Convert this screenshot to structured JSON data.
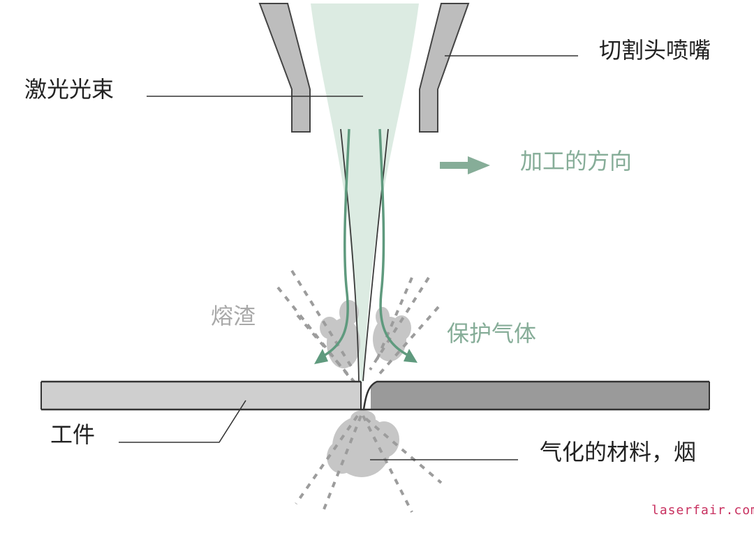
{
  "labels": {
    "nozzle": "切割头喷嘴",
    "laser_beam": "激光光束",
    "direction": "加工的方向",
    "slag": "熔渣",
    "shield_gas": "保护气体",
    "workpiece": "工件",
    "vapor_smoke": "气化的材料，烟",
    "watermark": "laserfair.com"
  },
  "colors": {
    "beam_fill": "#dcebe2",
    "gas_arrow": "#5f9a7e",
    "label_green": "#86ad98",
    "nozzle_fill": "#bdbdbd",
    "workpiece_cut": "#cfcfcf",
    "workpiece_uncut": "#9a9a9a",
    "smoke": "#c6c6c6",
    "watermark": "#c8305f"
  }
}
